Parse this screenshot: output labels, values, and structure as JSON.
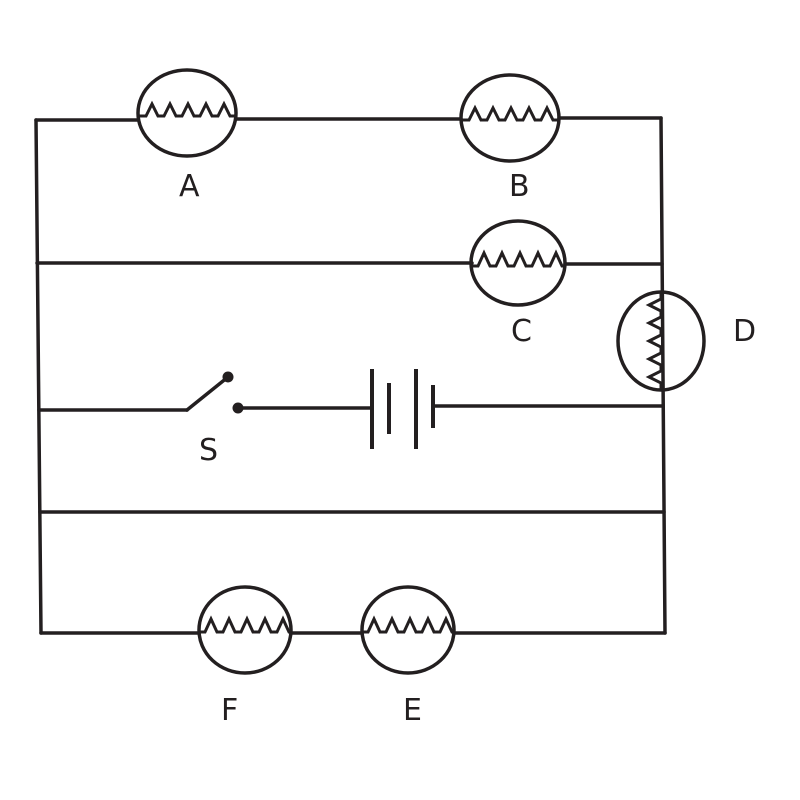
{
  "labels": {
    "bulb_a": "A",
    "bulb_b": "B",
    "bulb_c": "C",
    "bulb_d": "D",
    "bulb_e": "E",
    "bulb_f": "F",
    "switch": "S"
  },
  "colors": {
    "ink": "#231f20",
    "background": "#ffffff"
  }
}
